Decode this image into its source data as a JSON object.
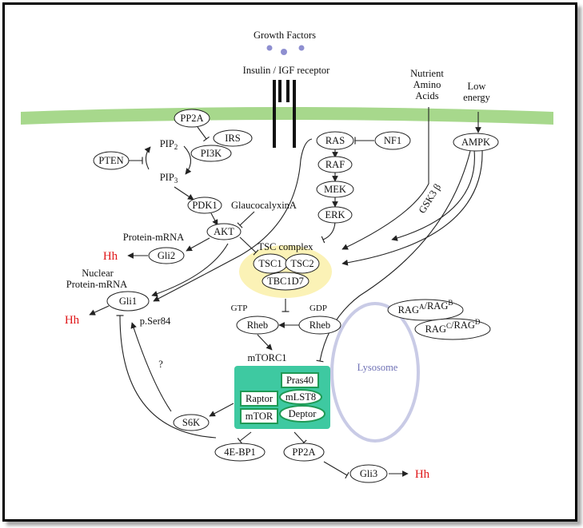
{
  "top": {
    "growth_factors": "Growth Factors",
    "receptor": "Insulin / IGF receptor",
    "nutrient_line1": "Nutrient",
    "nutrient_line2": "Amino",
    "nutrient_line3": "Acids",
    "energy_line1": "Low",
    "energy_line2": "energy"
  },
  "nodes": {
    "pp2a_top": "PP2A",
    "irs": "IRS",
    "pip2": "PIP2",
    "pi3k": "PI3K",
    "pten": "PTEN",
    "pip3": "PIP3",
    "pdk1": "PDK1",
    "akt": "AKT",
    "gli2": "Gli2",
    "gli1": "Gli1",
    "ras": "RAS",
    "nf1": "NF1",
    "raf": "RAF",
    "mek": "MEK",
    "erk": "ERK",
    "ampk": "AMPK",
    "tsc1": "TSC1",
    "tsc2": "TSC2",
    "tbc1d7": "TBC1D7",
    "rheb_gtp": "Rheb",
    "rheb_gdp": "Rheb",
    "rag_ab": "RAGA/RAGB",
    "rag_cd": "RAGC/RAGD",
    "pras40": "Pras40",
    "mlst8": "mLST8",
    "raptor": "Raptor",
    "deptor": "Deptor",
    "mtor": "mTOR",
    "s6k": "S6K",
    "ebp1": "4E-BP1",
    "pp2a_bottom": "PP2A",
    "gli3": "Gli3"
  },
  "labels": {
    "glaucocalyxin": "GlaucocalyxinA",
    "protein_mrna": "Protein-mRNA",
    "hh_left_top": "Hh",
    "nuclear": "Nuclear",
    "nuclear_protein_mrna": "Protein-mRNA",
    "hh_left_bottom": "Hh",
    "tsc_complex": "TSC complex",
    "gsk3b": "GSK3 β",
    "gtp": "GTP",
    "gdp": "GDP",
    "pser84": "p.Ser84",
    "question": "?",
    "mtorc1": "mTORC1",
    "lysosome": "Lysosome",
    "hh_right": "Hh"
  },
  "colors": {
    "membrane": "#a7d88c",
    "tsc_fill": "#fbf2b6",
    "mtorc1_fill": "#3ec9a1",
    "lysosome": "#c9cbe6",
    "hh_red": "#e0191b",
    "dots": "#8e8fd0"
  }
}
